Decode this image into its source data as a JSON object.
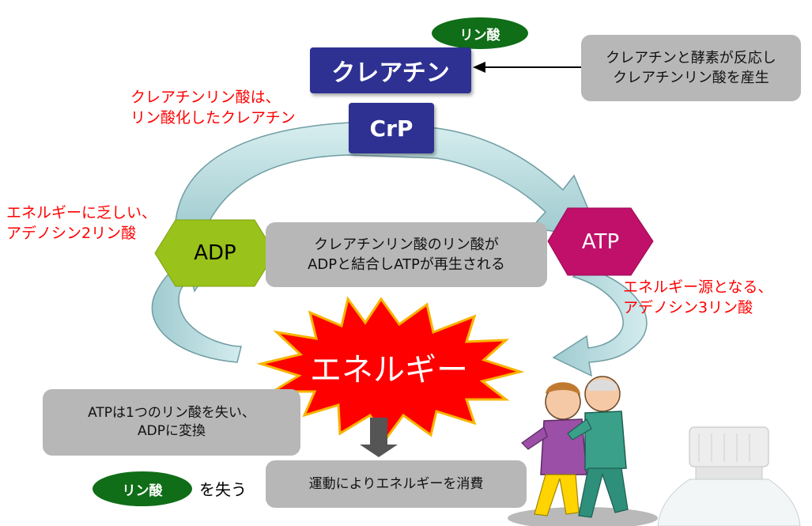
{
  "top_phosphate_label": "リン酸",
  "creatine_label": "クレアチン",
  "crp_label": "CrP",
  "creatine_enzyme_note": "クレアチンと酵素が反応し\nクレアチンリン酸を産生",
  "crp_description": "クレアチンリン酸は、\nリン酸化したクレアチン",
  "adp_description": "エネルギーに乏しい、\nアデノシン2リン酸",
  "adp_label": "ADP",
  "atp_label": "ATP",
  "regeneration_note": "クレアチンリン酸のリン酸が\nADPと結合しATPが再生される",
  "atp_description": "エネルギー源となる、\nアデノシン3リン酸",
  "energy_label": "エネルギー",
  "atp_to_adp_note": "ATPは1つのリン酸を失い、\nADPに変換",
  "bottom_phosphate_label": "リン酸",
  "lose_label": "を失う",
  "exercise_note": "運動によりエネルギーを消費",
  "colors": {
    "blue": "#2e3192",
    "green": "#0f6e17",
    "adp_hex": "#99c21a",
    "atp_hex": "#c0106a",
    "burst": "#ff0000",
    "note_red": "#ff0000",
    "arrow_fill": "#b5dde0"
  }
}
